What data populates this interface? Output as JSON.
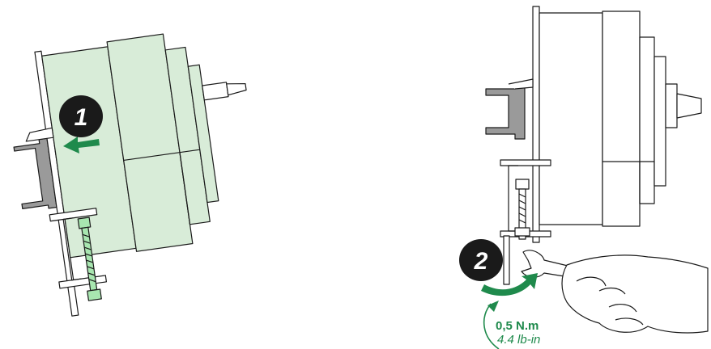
{
  "steps": {
    "step1": {
      "number": "1"
    },
    "step2": {
      "number": "2"
    }
  },
  "torque": {
    "metric": "0,5 N.m",
    "imperial": "4.4 lb-in"
  },
  "colors": {
    "breaker_fill": "#d8ecd8",
    "outline": "#1a1a1a",
    "accent_green": "#1f8a4c",
    "screw_green": "#a8e6b0",
    "badge": "#1a1a1a"
  }
}
